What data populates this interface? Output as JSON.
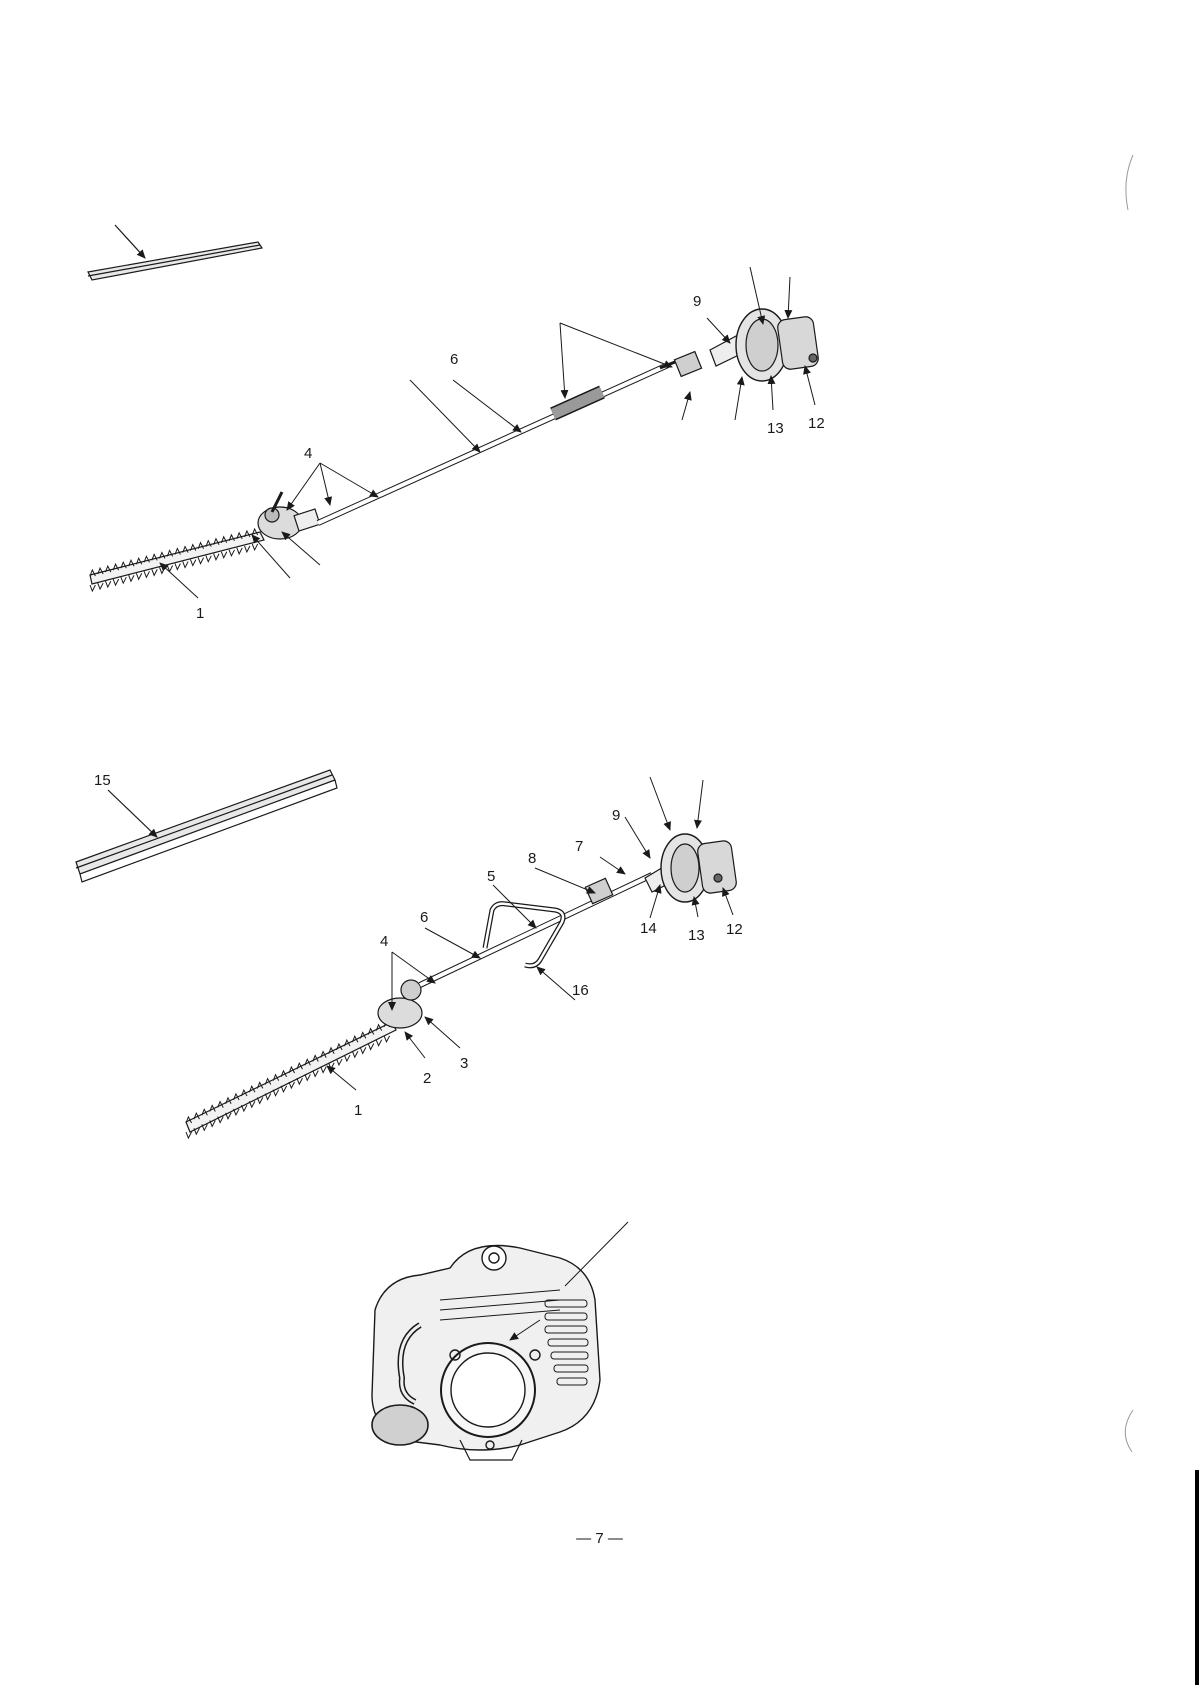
{
  "diagram_top": {
    "callouts": [
      "1",
      "4",
      "6",
      "9",
      "12",
      "13"
    ]
  },
  "diagram_middle": {
    "callouts": [
      "1",
      "2",
      "3",
      "4",
      "5",
      "6",
      "7",
      "8",
      "9",
      "12",
      "13",
      "14",
      "15",
      "16"
    ]
  },
  "page_number": "— 7 —"
}
